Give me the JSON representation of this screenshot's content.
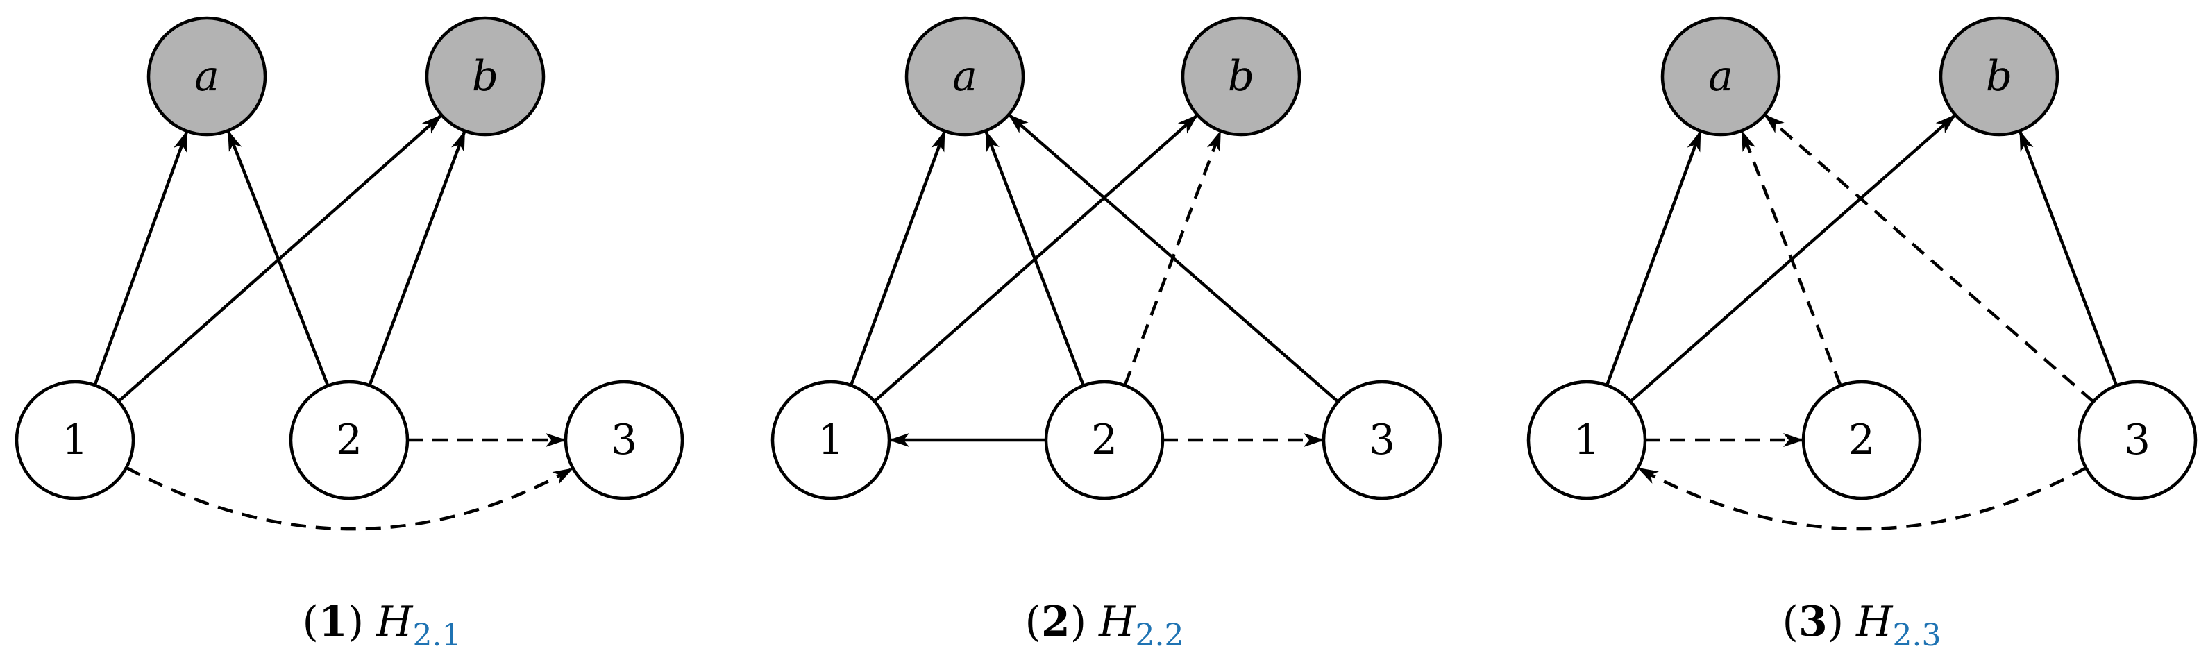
{
  "colors": {
    "node_fill_terminal": "#b3b3b3",
    "node_fill_inner": "#ffffff",
    "stroke": "#000000",
    "caption_subscript": "#1f73b3"
  },
  "panels": [
    {
      "id": "h21",
      "caption": {
        "open": "(",
        "number": "1",
        "close": ")",
        "symbol": "H",
        "subscript": "2.1"
      },
      "nodes": [
        {
          "id": "a",
          "label": "a",
          "kind": "terminal"
        },
        {
          "id": "b",
          "label": "b",
          "kind": "terminal"
        },
        {
          "id": "1",
          "label": "1",
          "kind": "inner"
        },
        {
          "id": "2",
          "label": "2",
          "kind": "inner"
        },
        {
          "id": "3",
          "label": "3",
          "kind": "inner"
        }
      ],
      "edges": [
        {
          "from": "1",
          "to": "a",
          "style": "solid"
        },
        {
          "from": "1",
          "to": "b",
          "style": "solid"
        },
        {
          "from": "2",
          "to": "a",
          "style": "solid"
        },
        {
          "from": "2",
          "to": "b",
          "style": "solid"
        },
        {
          "from": "2",
          "to": "3",
          "style": "dashed"
        },
        {
          "from": "1",
          "to": "3",
          "style": "dashed",
          "curved": true
        }
      ]
    },
    {
      "id": "h22",
      "caption": {
        "open": "(",
        "number": "2",
        "close": ")",
        "symbol": "H",
        "subscript": "2.2"
      },
      "nodes": [
        {
          "id": "a",
          "label": "a",
          "kind": "terminal"
        },
        {
          "id": "b",
          "label": "b",
          "kind": "terminal"
        },
        {
          "id": "1",
          "label": "1",
          "kind": "inner"
        },
        {
          "id": "2",
          "label": "2",
          "kind": "inner"
        },
        {
          "id": "3",
          "label": "3",
          "kind": "inner"
        }
      ],
      "edges": [
        {
          "from": "1",
          "to": "a",
          "style": "solid"
        },
        {
          "from": "1",
          "to": "b",
          "style": "solid"
        },
        {
          "from": "2",
          "to": "a",
          "style": "solid"
        },
        {
          "from": "2",
          "to": "b",
          "style": "dashed"
        },
        {
          "from": "3",
          "to": "a",
          "style": "solid"
        },
        {
          "from": "2",
          "to": "1",
          "style": "solid"
        },
        {
          "from": "2",
          "to": "3",
          "style": "dashed"
        }
      ]
    },
    {
      "id": "h23",
      "caption": {
        "open": "(",
        "number": "3",
        "close": ")",
        "symbol": "H",
        "subscript": "2.3"
      },
      "nodes": [
        {
          "id": "a",
          "label": "a",
          "kind": "terminal"
        },
        {
          "id": "b",
          "label": "b",
          "kind": "terminal"
        },
        {
          "id": "1",
          "label": "1",
          "kind": "inner"
        },
        {
          "id": "2",
          "label": "2",
          "kind": "inner"
        },
        {
          "id": "3",
          "label": "3",
          "kind": "inner"
        }
      ],
      "edges": [
        {
          "from": "1",
          "to": "a",
          "style": "solid"
        },
        {
          "from": "1",
          "to": "b",
          "style": "solid"
        },
        {
          "from": "3",
          "to": "b",
          "style": "solid"
        },
        {
          "from": "2",
          "to": "a",
          "style": "dashed"
        },
        {
          "from": "3",
          "to": "a",
          "style": "dashed"
        },
        {
          "from": "1",
          "to": "2",
          "style": "dashed"
        },
        {
          "from": "3",
          "to": "1",
          "style": "dashed",
          "curved": true
        }
      ]
    }
  ]
}
